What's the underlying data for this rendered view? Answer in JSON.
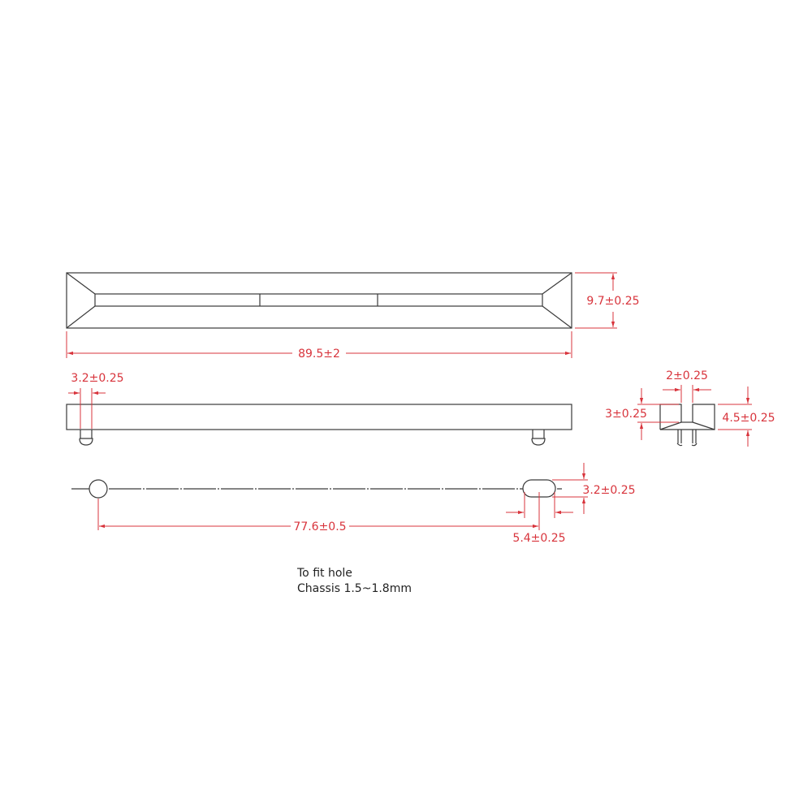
{
  "dimensions": {
    "height_top": "9.7±0.25",
    "length": "89.5±2",
    "pin_width": "3.2±0.25",
    "slot_gap": "2±0.25",
    "body_thickness": "3±0.25",
    "total_height": "4.5±0.25",
    "slot_height": "3.2±0.25",
    "pin_spacing": "77.6±0.5",
    "slot_length": "5.4±0.25"
  },
  "notes": [
    "To fit hole",
    "Chassis 1.5~1.8mm"
  ],
  "colors": {
    "part": "#3a3a3a",
    "dimension": "#d8343c"
  }
}
